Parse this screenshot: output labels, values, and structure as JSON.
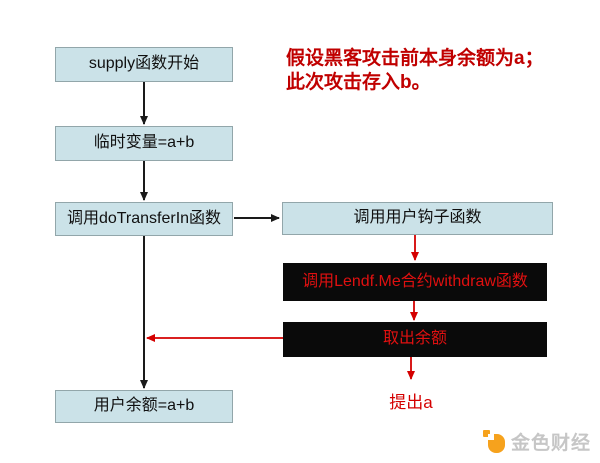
{
  "diagram": {
    "boxes": {
      "supply_start": "supply函数开始",
      "temp_var": "临时变量=a+b",
      "do_transfer_in": "调用doTransferIn函数",
      "user_hook": "调用用户钩子函数",
      "withdraw_call": "调用Lendf.Me合约withdraw函数",
      "take_out_balance": "取出余额",
      "user_balance": "用户余额=a+b"
    },
    "free_labels": {
      "withdraw_a": "提出a"
    },
    "annotation": {
      "line1": "假设黑客攻击前本身余额为a；",
      "line2": "此次攻击存入b。"
    },
    "colors": {
      "process_box_fill": "#cbe2e8",
      "process_box_border": "#92a6aa",
      "attack_box_fill": "#0a0a0a",
      "attack_box_text": "#e01010",
      "arrow_black": "#1a1a1a",
      "arrow_red": "#d40000",
      "annotation_red": "#c00000",
      "logo_orange": "#f6a21d",
      "logo_gray": "#c6c6c6"
    }
  },
  "watermark": {
    "brand": "金色财经"
  }
}
